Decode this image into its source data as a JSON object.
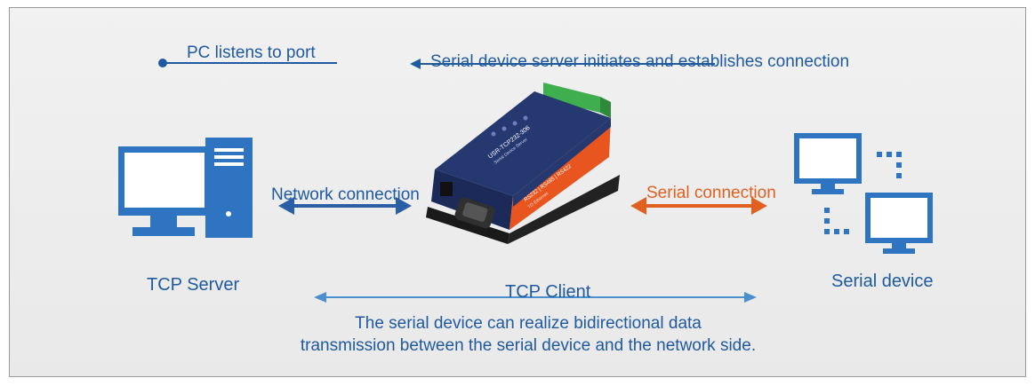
{
  "labels": {
    "pc_listens": "PC listens to port",
    "server_initiates": "Serial device server initiates and establishes connection",
    "network_connection": "Network connection",
    "serial_connection": "Serial connection",
    "tcp_server": "TCP Server",
    "tcp_client": "TCP Client",
    "serial_device": "Serial device",
    "description_line1": "The serial device can realize bidirectional data",
    "description_line2": "transmission between the serial device and the network side."
  },
  "device_print": {
    "model": "USR-TCP232-306",
    "subtitle": "Serial Device Server",
    "ports": "RS232 | RS485 | RS422",
    "ethernet": "TO Ethernet"
  },
  "colors": {
    "blue": "#1f5aa0",
    "light_blue": "#4a90d0",
    "orange": "#e06020",
    "device_orange": "#e8551f",
    "device_navy": "#1c2f6e",
    "terminal_green": "#3fae4f"
  }
}
